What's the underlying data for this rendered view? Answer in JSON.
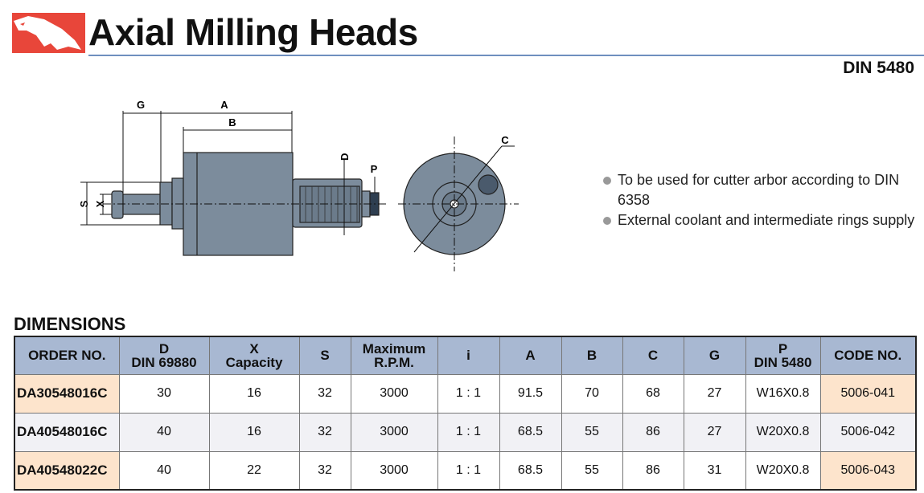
{
  "header": {
    "title": "Axial Milling Heads",
    "standard": "DIN 5480",
    "logo": "eagle-logo"
  },
  "diagram": {
    "labels": {
      "G": "G",
      "A": "A",
      "B": "B",
      "D": "D",
      "P": "P",
      "S": "S",
      "X": "X",
      "C": "C"
    }
  },
  "features": [
    "To be used for cutter arbor according to DIN 6358",
    "External coolant and intermediate rings supply"
  ],
  "dimensions": {
    "heading": "DIMENSIONS",
    "columns": [
      [
        "ORDER NO."
      ],
      [
        "D",
        "DIN 69880"
      ],
      [
        "X",
        "Capacity"
      ],
      [
        "S"
      ],
      [
        "Maximum",
        "R.P.M."
      ],
      [
        "i"
      ],
      [
        "A"
      ],
      [
        "B"
      ],
      [
        "C"
      ],
      [
        "G"
      ],
      [
        "P",
        "DIN 5480"
      ],
      [
        "CODE NO."
      ]
    ],
    "rows": [
      [
        "DA30548016C",
        "30",
        "16",
        "32",
        "3000",
        "1 : 1",
        "91.5",
        "70",
        "68",
        "27",
        "W16X0.8",
        "5006-041"
      ],
      [
        "DA40548016C",
        "40",
        "16",
        "32",
        "3000",
        "1 : 1",
        "68.5",
        "55",
        "86",
        "27",
        "W20X0.8",
        "5006-042"
      ],
      [
        "DA40548022C",
        "40",
        "22",
        "32",
        "3000",
        "1 : 1",
        "68.5",
        "55",
        "86",
        "31",
        "W20X0.8",
        "5006-043"
      ]
    ]
  },
  "colors": {
    "accent": "#e8463a",
    "header_bg": "#a8b8d2",
    "order_bg": "#fde4cc",
    "body": "#7c8c9c"
  }
}
